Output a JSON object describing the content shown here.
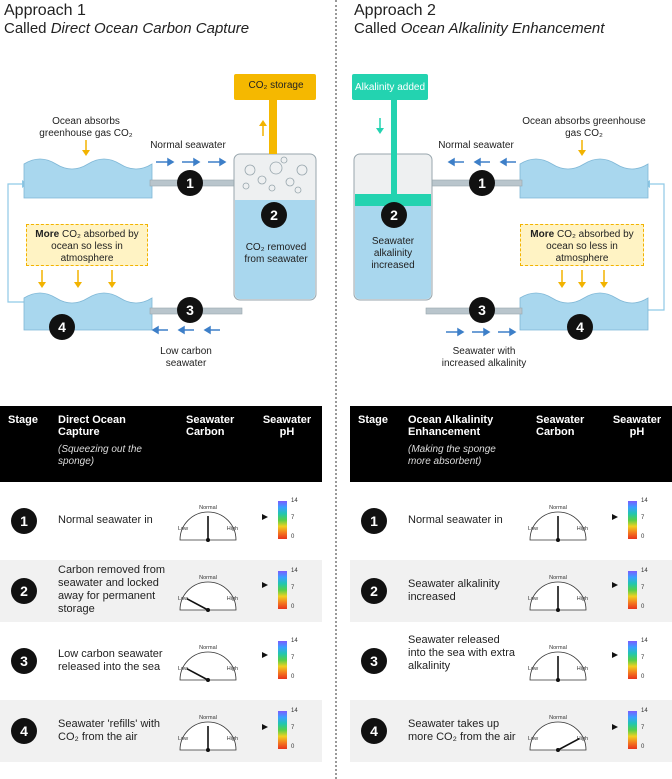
{
  "approach1": {
    "title": "Approach 1",
    "subtitle_prefix": "Called ",
    "subtitle_name": "Direct Ocean Carbon Capture",
    "diagram": {
      "ocean_absorbs": "Ocean absorbs greenhouse gas CO₂",
      "normal_seawater": "Normal seawater",
      "storage": "CO₂ storage",
      "removed": "CO₂ removed from seawater",
      "more_bold": "More",
      "more_rest": " CO₂ absorbed by ocean so less in atmosphere",
      "low_carbon": "Low carbon seawater",
      "steps": [
        "1",
        "2",
        "3",
        "4"
      ]
    },
    "table": {
      "headers": {
        "stage": "Stage",
        "name": "Direct Ocean Capture",
        "carbon": "Seawater Carbon",
        "ph": "Seawater pH"
      },
      "note": "(Squeezing out the sponge)",
      "rows": [
        {
          "n": "1",
          "text": "Normal seawater in",
          "carbon": "normal",
          "ph": 8
        },
        {
          "n": "2",
          "text": "Carbon removed from seawater and locked away for permanent storage",
          "carbon": "low",
          "ph": 9
        },
        {
          "n": "3",
          "text": "Low carbon seawater released into the sea",
          "carbon": "low",
          "ph": 9
        },
        {
          "n": "4",
          "text": "Seawater 'refills' with CO₂ from the air",
          "carbon": "normal",
          "ph": 8
        }
      ]
    }
  },
  "approach2": {
    "title": "Approach 2",
    "subtitle_prefix": "Called ",
    "subtitle_name": "Ocean Alkalinity Enhancement",
    "diagram": {
      "alkalinity_added": "Alkalinity added",
      "ocean_absorbs": "Ocean absorbs greenhouse gas CO₂",
      "normal_seawater": "Normal seawater",
      "increased": "Seawater alkalinity increased",
      "more_bold": "More",
      "more_rest": " CO₂ absorbed by ocean so less in atmosphere",
      "increased_alk": "Seawater with increased alkalinity",
      "steps": [
        "1",
        "2",
        "3",
        "4"
      ]
    },
    "table": {
      "headers": {
        "stage": "Stage",
        "name": "Ocean Alkalinity Enhancement",
        "carbon": "Seawater Carbon",
        "ph": "Seawater pH"
      },
      "note": "(Making the sponge more absorbent)",
      "rows": [
        {
          "n": "1",
          "text": "Normal seawater in",
          "carbon": "normal",
          "ph": 8
        },
        {
          "n": "2",
          "text": "Seawater alkalinity increased",
          "carbon": "normal",
          "ph": 9
        },
        {
          "n": "3",
          "text": "Seawater released into the sea with extra alkalinity",
          "carbon": "normal",
          "ph": 9
        },
        {
          "n": "4",
          "text": "Seawater takes up more CO₂ from the air",
          "carbon": "high",
          "ph": 8
        }
      ]
    }
  },
  "gauge": {
    "low": "Low",
    "normal": "Normal",
    "high": "High"
  },
  "ph_scale": {
    "top": "14",
    "mid": "7",
    "bottom": "0"
  },
  "colors": {
    "water": "#a9d7ee",
    "pipe": "#b9c5cc",
    "storage": "#f5b800",
    "alkalinity": "#23d3b0",
    "arrow": "#3d7fc8",
    "yellow": "#f2b300"
  }
}
